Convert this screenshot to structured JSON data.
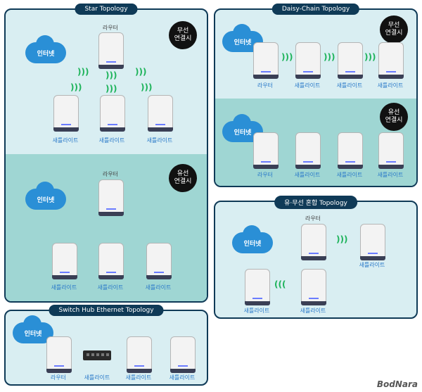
{
  "star": {
    "title": "Star Topology",
    "wireless_badge": [
      "무선",
      "연결시"
    ],
    "wired_badge": [
      "유선",
      "연결시"
    ],
    "internet": "인터넷",
    "router": "라우터",
    "satellite": "새틀라이트"
  },
  "daisy": {
    "title": "Daisy-Chain Topology",
    "wireless_badge": [
      "무선",
      "연결시"
    ],
    "wired_badge": [
      "유선",
      "연결시"
    ],
    "internet": "인터넷",
    "router": "라우터",
    "satellite": "새틀라이트"
  },
  "hybrid": {
    "title": "유·무선 혼합 Topology",
    "internet": "인터넷",
    "router": "라우터",
    "satellite": "새틀라이트"
  },
  "switch": {
    "title": "Switch Hub Ethernet Topology",
    "internet": "인터넷",
    "router": "라우터",
    "switch_label": "새틀라이트",
    "satellite": "새틀라이트"
  },
  "brand": "BodNara"
}
